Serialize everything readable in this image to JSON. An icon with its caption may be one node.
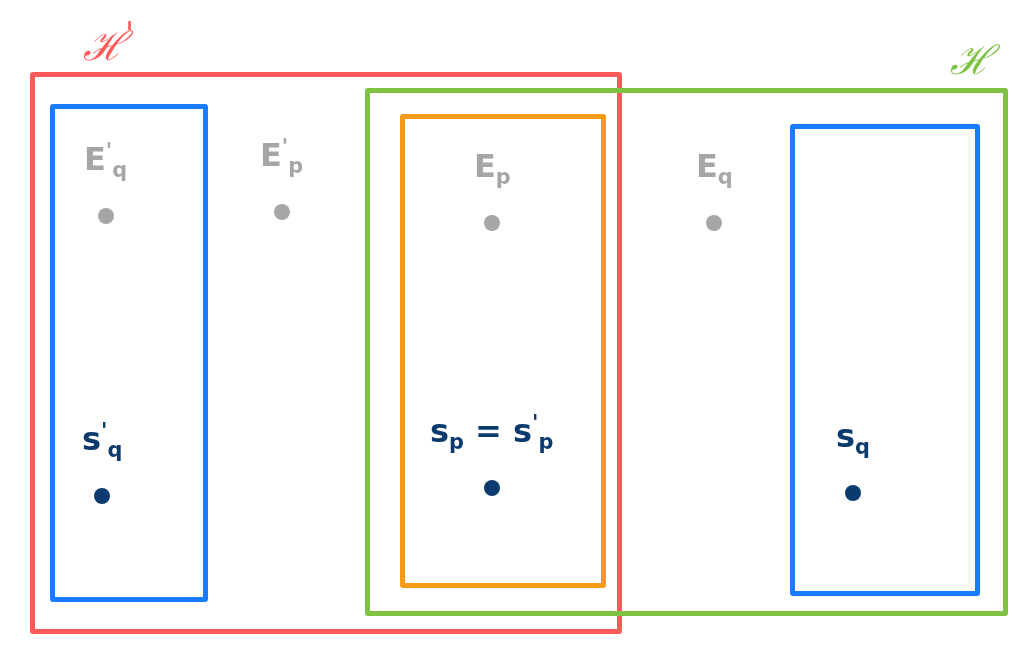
{
  "diagram": {
    "nodes": [
      {
        "text": [
          "ℋ$^{'}$"
        ]
      },
      {
        "text": [
          "ℋ"
        ]
      },
      {
        "text": [],
        "shape": "box",
        "in": 0
      },
      {
        "text": [
          "E$^{'}$$_{q}$"
        ],
        "in": 2
      },
      {
        "text": [
          "s$^{'}$$_{q}$"
        ],
        "in": 2
      },
      {
        "text": [
          "E$^{'}$$_{p}$"
        ],
        "in": 0
      },
      {
        "text": [],
        "shape": "box"
      },
      {
        "text": [
          "E$_{p}$"
        ],
        "in": 6
      },
      {
        "text": [
          "s$_{p}$ = s$^{'}$$_{p}$"
        ],
        "in": 6
      },
      {
        "text": [
          "E$_{q}$"
        ],
        "in": 1
      },
      {
        "text": [],
        "shape": "box",
        "in": 1
      },
      {
        "text": [
          "s$_{q}$"
        ],
        "in": 10
      }
    ],
    "edges": []
  }
}
